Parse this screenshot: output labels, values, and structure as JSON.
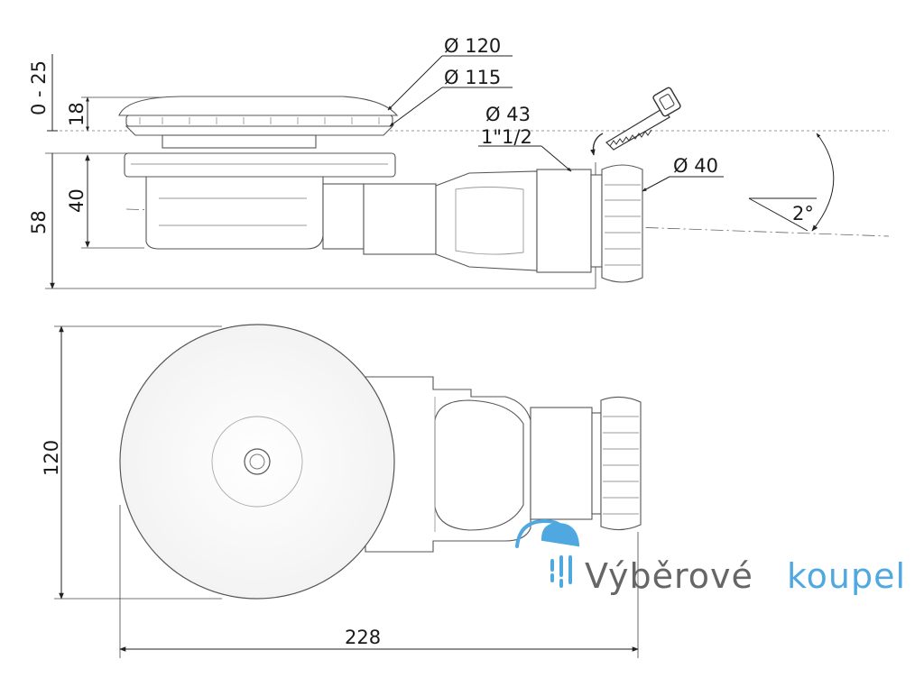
{
  "drawing": {
    "dimensions": {
      "adjust_range": "0 - 25",
      "cover_height": "18",
      "body_height": "40",
      "total_height": "58",
      "cover_diameter": "Ø 120",
      "grate_diameter": "Ø 115",
      "outlet_diameter": "Ø 43",
      "thread_size": "1\"1/2",
      "pipe_diameter": "Ø 40",
      "slope_angle": "2°",
      "plan_width": "120",
      "total_length": "228"
    }
  },
  "brand": {
    "name_dark": "Výběrové",
    "name_accent": "koupel",
    "colors": {
      "dark": "#666666",
      "accent": "#4fa9e0"
    }
  }
}
